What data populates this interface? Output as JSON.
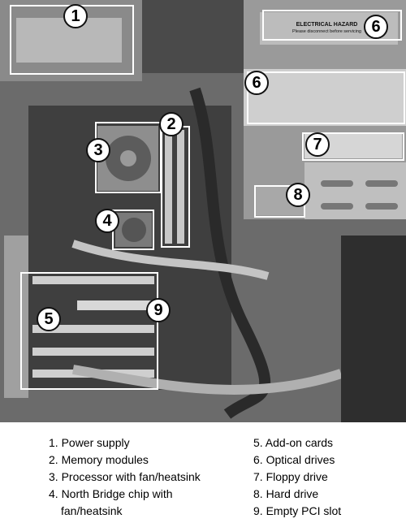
{
  "photo": {
    "hazard_label": "ELECTRICAL HAZARD",
    "hazard_sub": "Please disconnect before servicing"
  },
  "callouts": [
    "1",
    "2",
    "3",
    "4",
    "5",
    "6",
    "6",
    "7",
    "8",
    "9"
  ],
  "legend": {
    "left": [
      {
        "text": "1. Power supply"
      },
      {
        "text": "2. Memory modules"
      },
      {
        "text": "3. Processor with fan/heatsink"
      },
      {
        "text": "4. North Bridge chip with",
        "cont": "fan/heatsink"
      }
    ],
    "right": [
      {
        "text": "5. Add-on cards"
      },
      {
        "text": "6. Optical drives"
      },
      {
        "text": "7. Floppy drive"
      },
      {
        "text": "8. Hard drive"
      },
      {
        "text": "9. Empty PCI slot"
      }
    ]
  }
}
